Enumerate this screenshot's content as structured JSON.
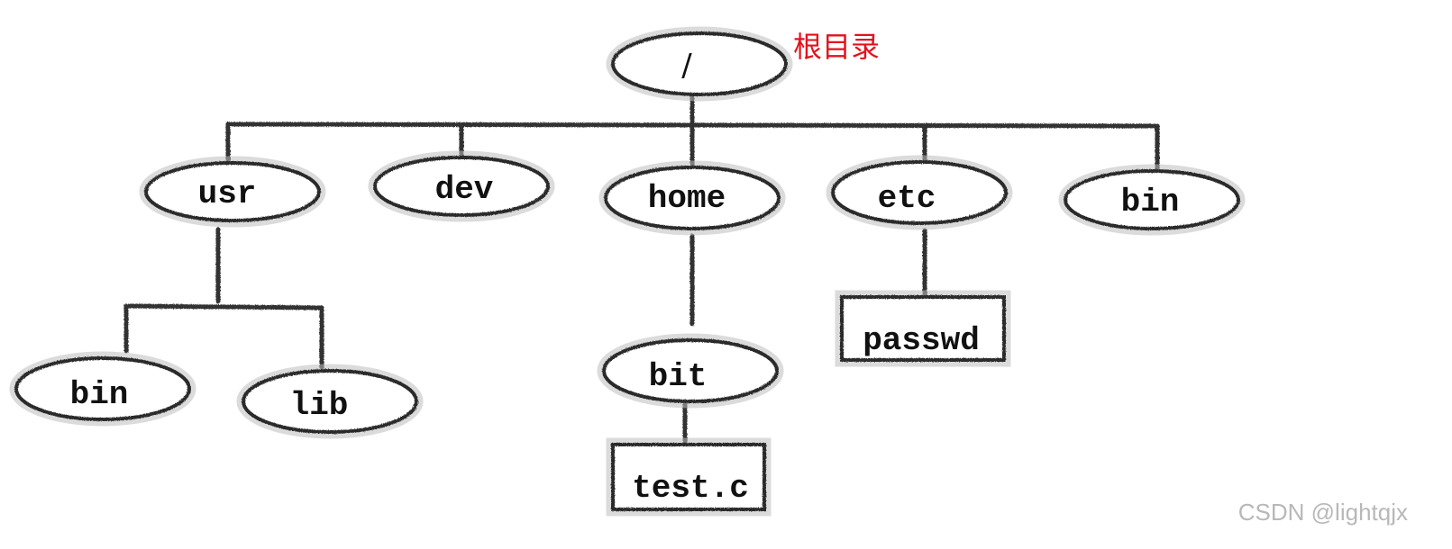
{
  "root": {
    "label": "/",
    "annotation": "根目录",
    "annotation_color": "#e3121b"
  },
  "level1": [
    "usr",
    "dev",
    "home",
    "etc",
    "bin"
  ],
  "usr_children": [
    "bin",
    "lib"
  ],
  "home_children": [
    "bit"
  ],
  "bit_children": [
    "test.c"
  ],
  "etc_children": [
    "passwd"
  ],
  "watermark": "CSDN @lightqjx"
}
